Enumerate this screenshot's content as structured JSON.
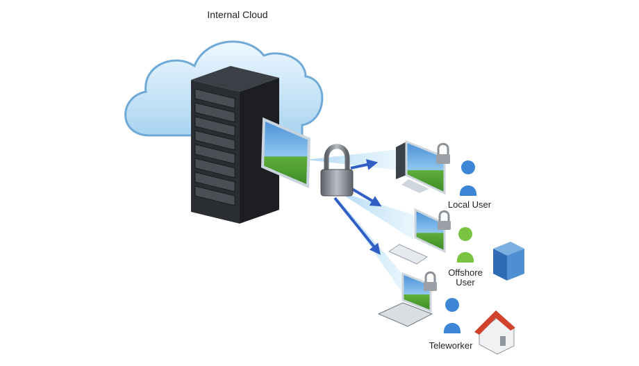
{
  "labels": {
    "cloud": "Internal Cloud",
    "local": "Local User",
    "offshore": "Offshore\nUser",
    "teleworker": "Teleworker"
  },
  "icons": [
    "cloud-icon",
    "server-rack-icon",
    "lock-icon",
    "monitor-icon",
    "laptop-icon",
    "user-icon",
    "office-building-icon",
    "house-icon"
  ],
  "colors": {
    "cloud": "#bfe0f5",
    "server": "#2e3236",
    "lock": "#7b8188",
    "arrow": "#2f5fc4",
    "beam": "#9fcff0",
    "user_local": "#3d86d6",
    "user_offshore": "#78c340",
    "user_tele": "#3d86d6",
    "roof": "#d2412b"
  }
}
